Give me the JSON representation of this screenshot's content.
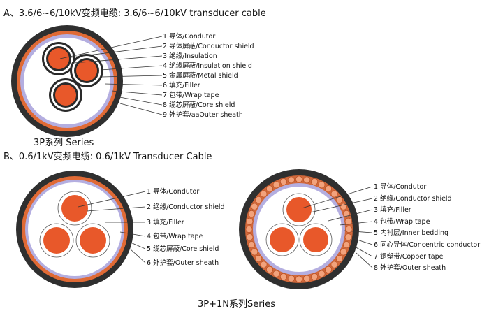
{
  "sectionA": {
    "title": "A、3.6/6~6/10kV变频电缆:     3.6/6~6/10kV transducer cable",
    "labels": [
      "1.导体/Condutor",
      "2.导体屏蔽/Conductor shield",
      "3.绝缘/Insulation",
      "4.绝缘屏蔽/Insulation shield",
      "5.金属屏蔽/Metal shield",
      "6.填充/Filler",
      "7.包带/Wrap tape",
      "8.缆芯屏蔽/Core shield",
      "9.外护套/aaOuter sheath"
    ],
    "caption": "3P系列 Series"
  },
  "sectionB": {
    "title": "B、0.6/1kV变频电缆:     0.6/1kV Transducer Cable",
    "left_labels": [
      "1.导体/Condutor",
      "2.绝缘/Conductor shield",
      "3.填充/Filler",
      "4.包带/Wrap tape",
      "5.缆芯屏蔽/Core shield",
      "6.外护套/Outer sheath"
    ],
    "right_labels": [
      "1.导体/Condutor",
      "2.绝缘/Conductor shield",
      "3.填充/Filler",
      "4.包带/Wrap tape",
      "5.内衬层/Inner bedding",
      "6.同心导体/Concentric conductor",
      "7.铜塑带/Copper tape",
      "8.外护套/Outer sheath"
    ],
    "caption": "3P+1N系列Series"
  },
  "colors": {
    "conductor": "#e8582a",
    "outer_sheath": "#2f2f2f",
    "core_shield_orange": "#e06a35",
    "wrap_lavender": "#b4aee0",
    "filler": "#ffffff"
  }
}
